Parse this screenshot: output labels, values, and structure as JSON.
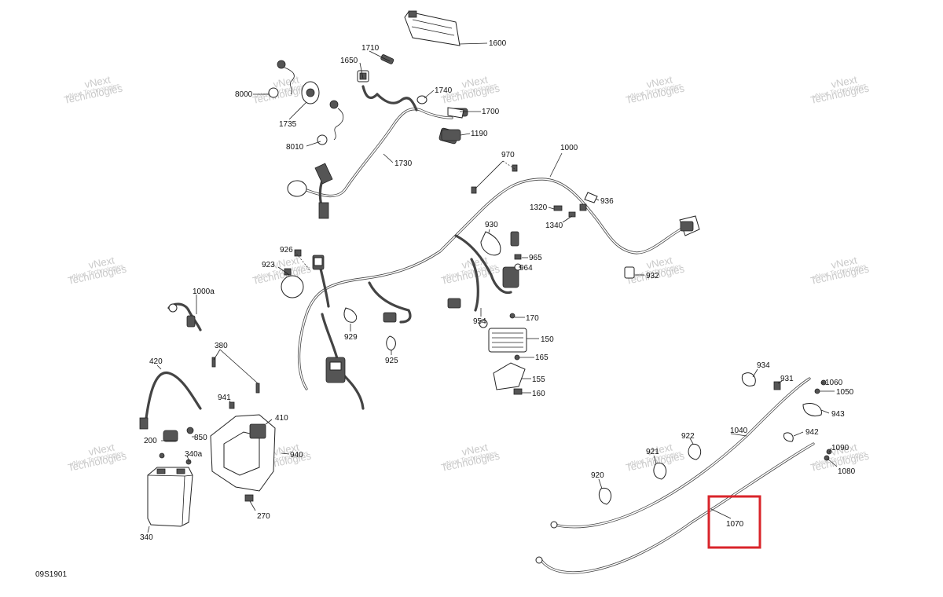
{
  "diagram_code": "09S1901",
  "watermark": {
    "line1": "vNext",
    "line2": "Technologies",
    "line3": "vNext Technologies"
  },
  "highlight": {
    "callout": "1070",
    "color": "#d9242a"
  },
  "callouts": [
    "1600",
    "1710",
    "1650",
    "1740",
    "1700",
    "1190",
    "8000",
    "1735",
    "8010",
    "1730",
    "970",
    "1000",
    "936",
    "1320",
    "1340",
    "930",
    "965",
    "964",
    "926",
    "923",
    "1000a",
    "954",
    "170",
    "150",
    "165",
    "155",
    "160",
    "929",
    "925",
    "932",
    "380",
    "420",
    "941",
    "410",
    "850",
    "200",
    "340a",
    "940",
    "270",
    "340",
    "934",
    "931",
    "1060",
    "1050",
    "943",
    "922",
    "1040",
    "942",
    "1090",
    "1080",
    "921",
    "920",
    "1070"
  ]
}
